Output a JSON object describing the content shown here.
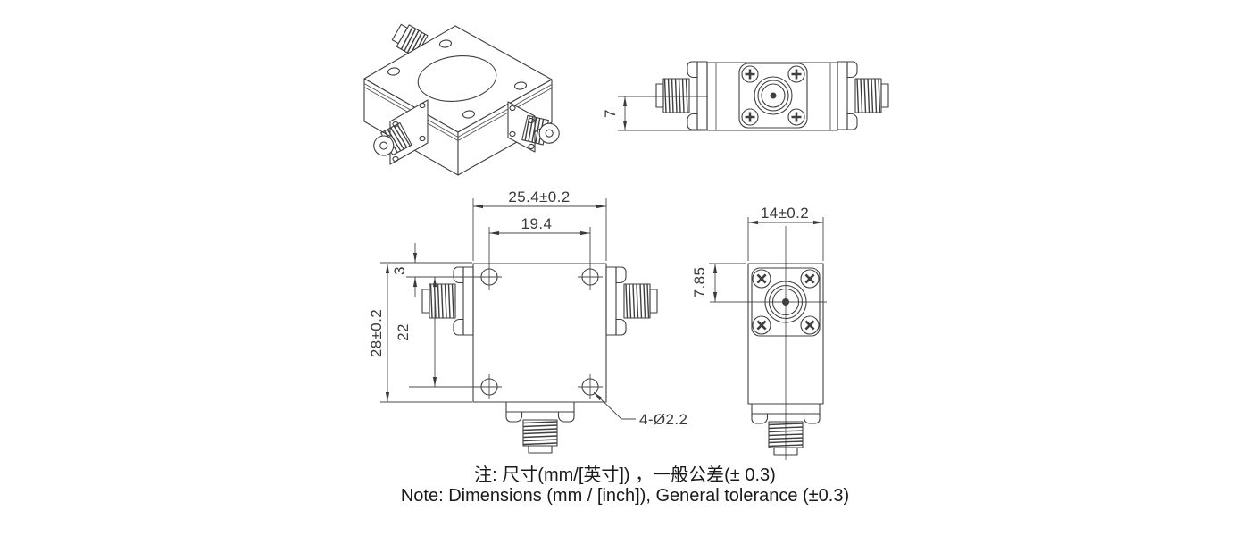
{
  "drawing": {
    "notes": {
      "zh": "注: 尺寸(mm/[英寸]) ，一般公差(± 0.3)",
      "en": "Note: Dimensions (mm / [inch]), General tolerance (±0.3)"
    },
    "dims": {
      "overall_width": "25.4±0.2",
      "hole_pitch_x": "19.4",
      "hole_offset_top": "3",
      "hole_pitch_y": "22",
      "overall_height": "28±0.2",
      "mounting_holes": "4-Ø2.2",
      "body_depth": "14±0.2",
      "port_center_from_top": "7.85",
      "port_center_from_bottom": "7"
    },
    "colors": {
      "line": "#3f3f3f",
      "dim_line": "#4a4a4a",
      "dim_text": "#3a3a3a",
      "note_text": "#1a1a1a",
      "background": "#ffffff"
    }
  }
}
